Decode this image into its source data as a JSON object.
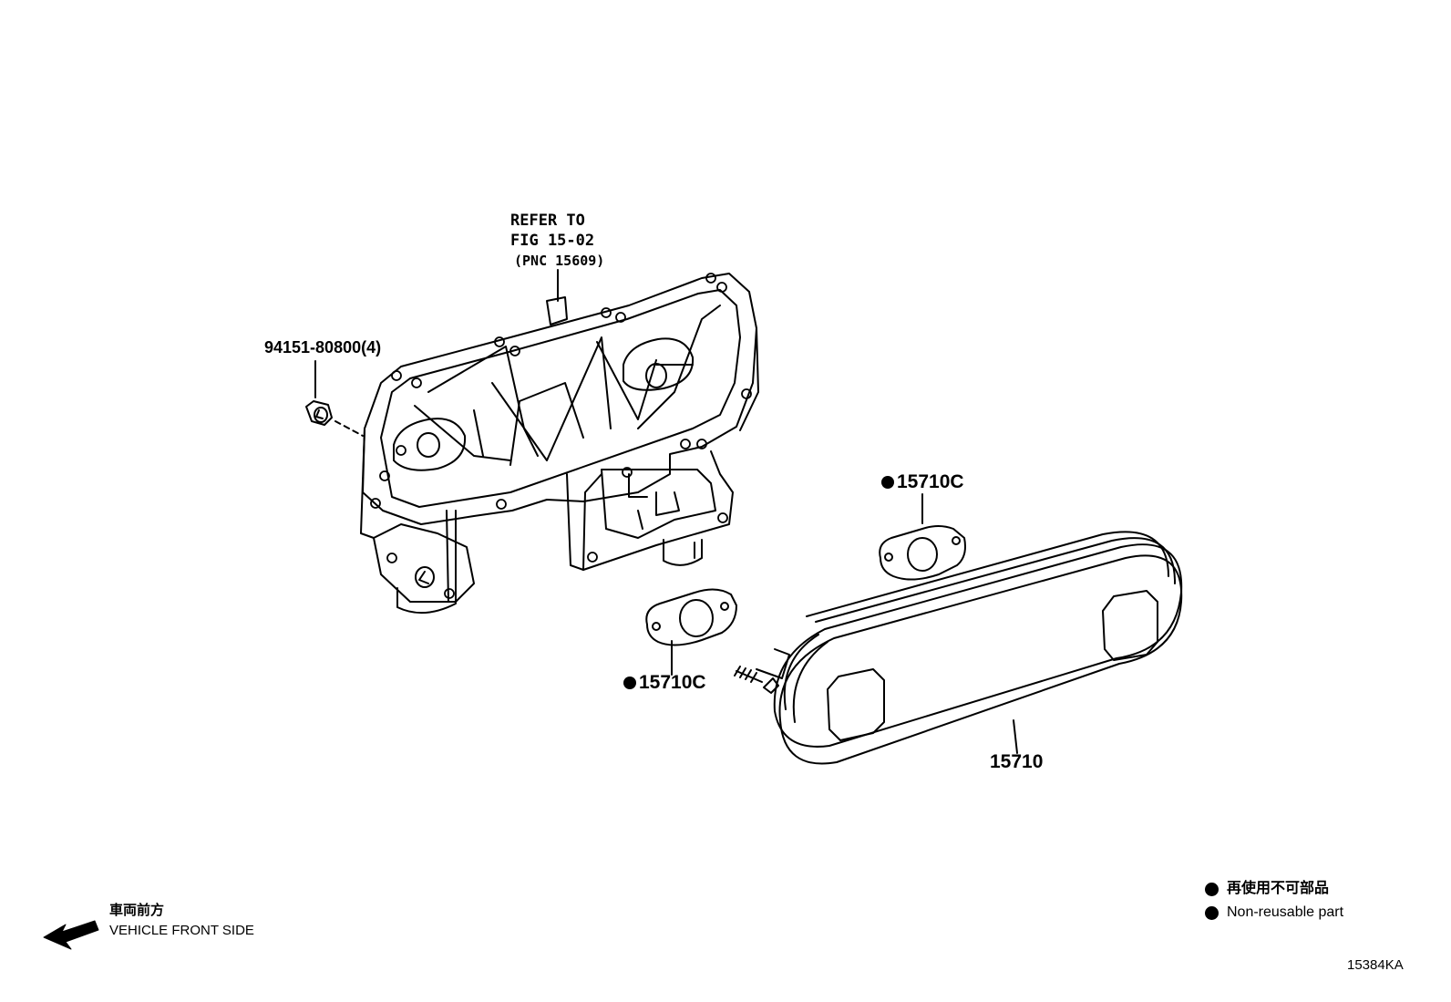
{
  "labels": {
    "refer_line1": "REFER TO",
    "refer_line2": "FIG 15-02",
    "refer_line3": "(PNC 15609)",
    "bolt_part": "94151-80800(4)",
    "gasket_upper": "15710C",
    "gasket_lower": "15710C",
    "cooler_part": "15710"
  },
  "legend": {
    "line1": "再使用不可部品",
    "line2": "Non-reusable part"
  },
  "front": {
    "japanese": "車両前方",
    "english": "VEHICLE FRONT SIDE"
  },
  "figure_id": "15384KA"
}
